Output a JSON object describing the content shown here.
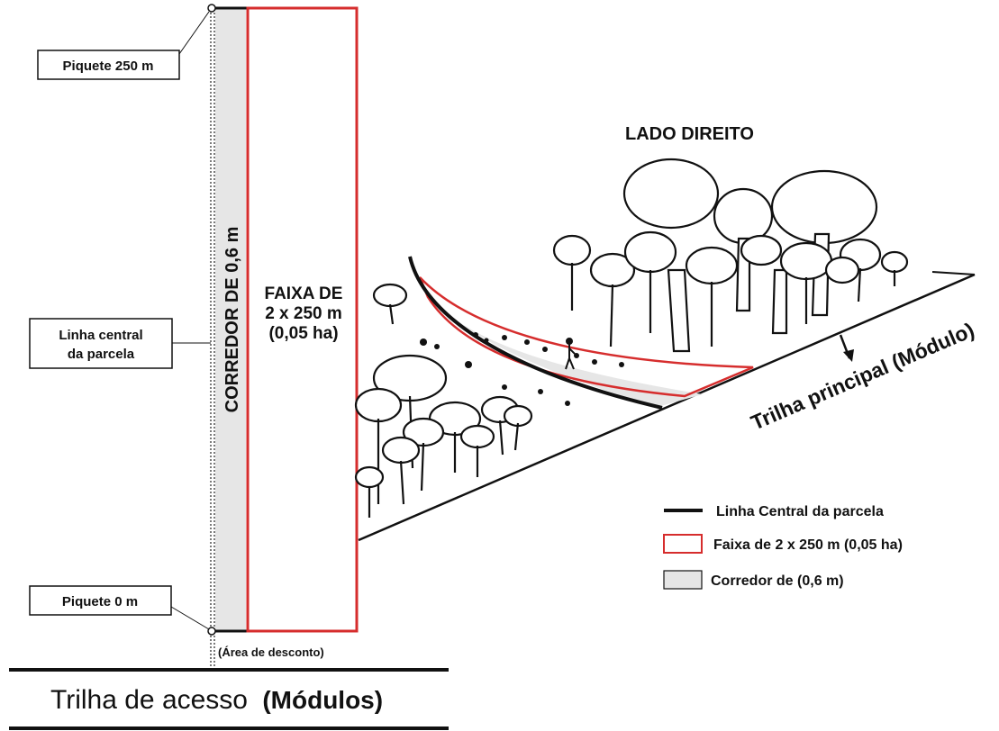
{
  "labels": {
    "piquete_top": "Piquete 250 m",
    "piquete_bottom": "Piquete 0 m",
    "linha_central_1": "Linha central",
    "linha_central_2": "da parcela",
    "corredor_vertical": "CORREDOR DE 0,6 m",
    "faixa_1": "FAIXA DE",
    "faixa_2": "2 x 250 m",
    "faixa_3": "(0,05 ha)",
    "area_desconto": "(Área de desconto)",
    "lado_direito": "LADO DIREITO",
    "trilha_principal": "Trilha principal (Módulo)",
    "trilha_acesso_a": "Trilha de acesso",
    "trilha_acesso_b": "(Módulos)"
  },
  "legend": [
    {
      "key": "line",
      "label": "Linha Central da parcela"
    },
    {
      "key": "faixa",
      "label": "Faixa de 2 x 250 m (0,05 ha)"
    },
    {
      "key": "corredor",
      "label": "Corredor de (0,6 m)"
    }
  ],
  "colors": {
    "faixa_border": "#d62d2d",
    "corredor_fill": "#e6e6e6",
    "line": "#111111"
  }
}
